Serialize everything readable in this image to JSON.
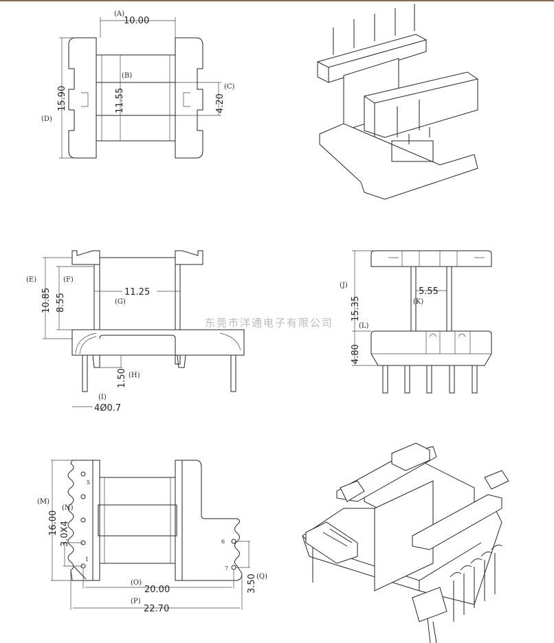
{
  "watermark": "东莞市洋通电子有限公司",
  "top_view": {
    "A": {
      "label": "(A)",
      "value": "10.00"
    },
    "B": {
      "label": "(B)",
      "value": "11.55"
    },
    "C": {
      "label": "(C)",
      "value": "4.20"
    },
    "D": {
      "label": "(D)",
      "value": "15.90"
    }
  },
  "front_view": {
    "E": {
      "label": "(E)",
      "value": "10.85"
    },
    "F": {
      "label": "(F)",
      "value": "8.55"
    },
    "G": {
      "label": "(G)",
      "value": "11.25"
    },
    "H": {
      "label": "(H)",
      "value": "1.50"
    },
    "I": {
      "label": "(I)",
      "value": "4Ø0.7"
    }
  },
  "side_view": {
    "J": {
      "label": "(J)",
      "value": "15.35"
    },
    "K": {
      "label": "(K)",
      "value": "5.55"
    },
    "L": {
      "label": "(L)",
      "value": "4.80"
    }
  },
  "bottom_view": {
    "M": {
      "label": "(M)",
      "value": "16.00"
    },
    "N": {
      "label": "(N)",
      "value": "3.0X4"
    },
    "O": {
      "label": "(O)",
      "value": "20.00"
    },
    "P": {
      "label": "(P)",
      "value": "22.70"
    },
    "Q": {
      "label": "(Q)",
      "value": "3.50"
    },
    "pins": [
      "5",
      "1",
      "6",
      "7"
    ]
  }
}
